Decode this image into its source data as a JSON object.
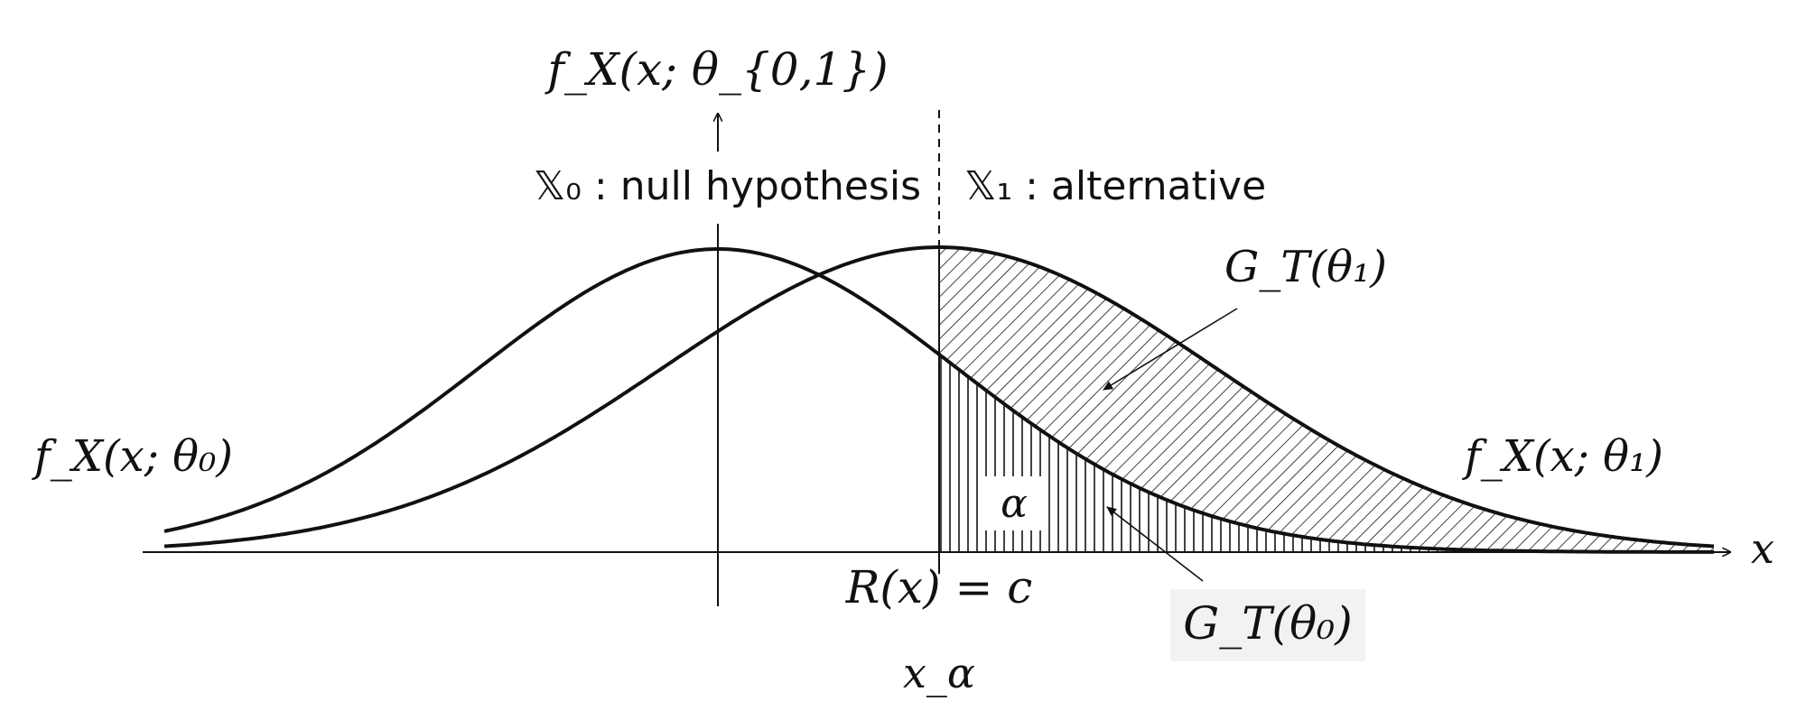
{
  "diagram": {
    "y_axis_label": "f_X(x; θ_{0,1})",
    "x_axis_label": "x",
    "region_null_label": "𝕏₀ : null hypothesis",
    "region_alt_label": "𝕏₁ : alternative",
    "curve_null_label": "f_X(x; θ₀)",
    "curve_alt_label": "f_X(x; θ₁)",
    "power_label": "G_T(θ₁)",
    "size_label": "G_T(θ₀)",
    "alpha_label": "α",
    "boundary_label": "R(x) = c",
    "critical_value_label": "x_α"
  }
}
